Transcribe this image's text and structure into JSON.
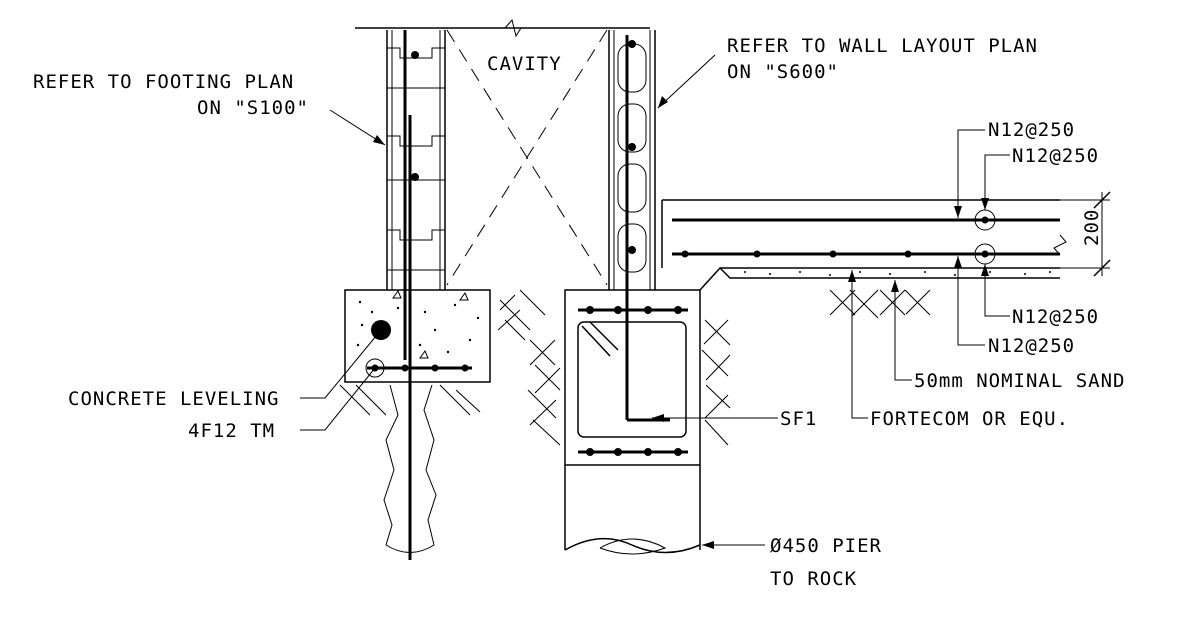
{
  "labels": {
    "cavity": "CAVITY",
    "wall_ref_line1": "REFER TO WALL LAYOUT PLAN",
    "wall_ref_line2": "ON \"S600\"",
    "footing_ref_line1": "REFER TO FOOTING PLAN",
    "footing_ref_line2": "ON \"S100\"",
    "top_bar_1": "N12@250",
    "top_bar_2": "N12@250",
    "bottom_bar_1": "N12@250",
    "bottom_bar_2": "N12@250",
    "slab_thickness": "200",
    "sand": "50mm NOMINAL SAND",
    "membrane": "FORTECOM OR EQU.",
    "strip_footing": "SF1",
    "leveling": "CONCRETE LEVELING",
    "tm_bars": "4F12 TM",
    "pier_line1": "Ø450 PIER",
    "pier_line2": "TO ROCK"
  }
}
